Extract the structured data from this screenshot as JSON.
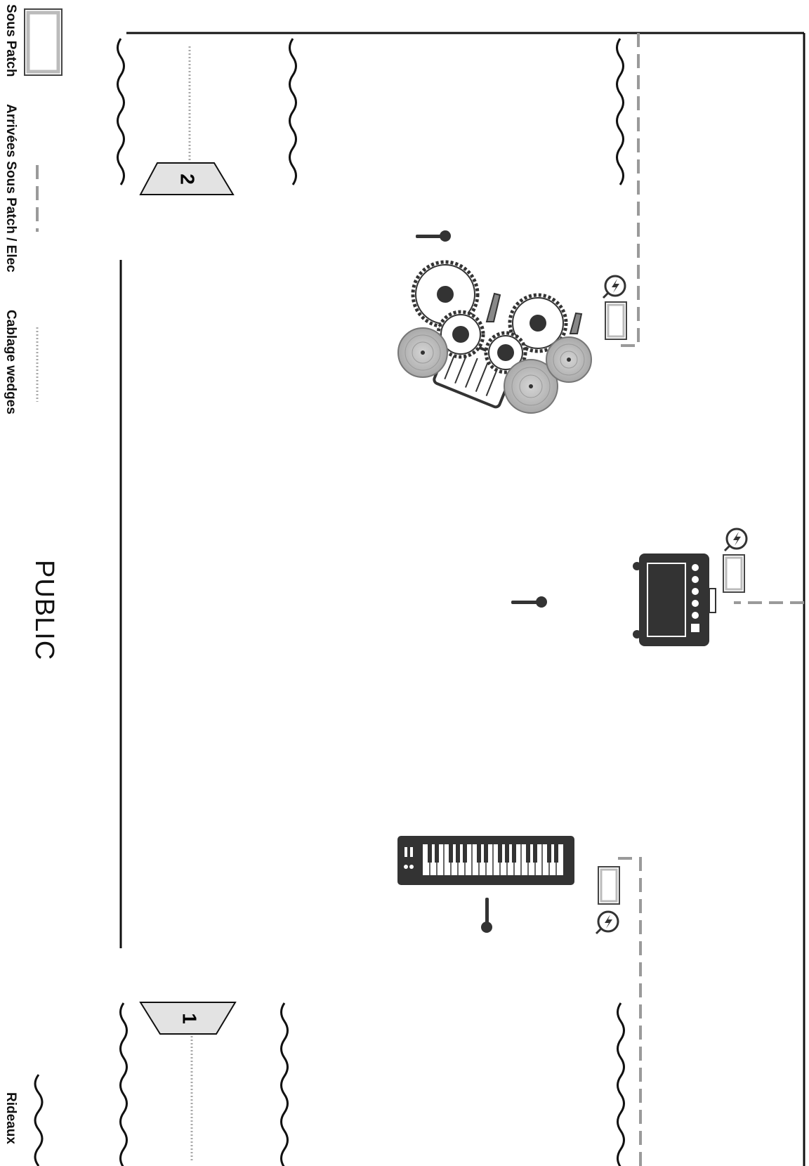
{
  "legend": {
    "sous_patch": "Sous Patch",
    "arrivees": "Arrivées Sous Patch / Elec",
    "cablage": "Cablage wedges",
    "rideaux": "Rideaux"
  },
  "stage": {
    "audience_label": "PUBLIC"
  },
  "wedges": [
    {
      "number": "2"
    },
    {
      "number": "1"
    }
  ],
  "instruments": [
    "drum-kit",
    "guitar-amp",
    "keyboard",
    "vocal-mic"
  ],
  "colors": {
    "line": "#111111",
    "dash": "#9a9a9a",
    "dotted": "#a8a8a8",
    "wedge_fill": "#e3e3e3",
    "instrument": "#333333",
    "cymbal": "#bdbdbd"
  }
}
